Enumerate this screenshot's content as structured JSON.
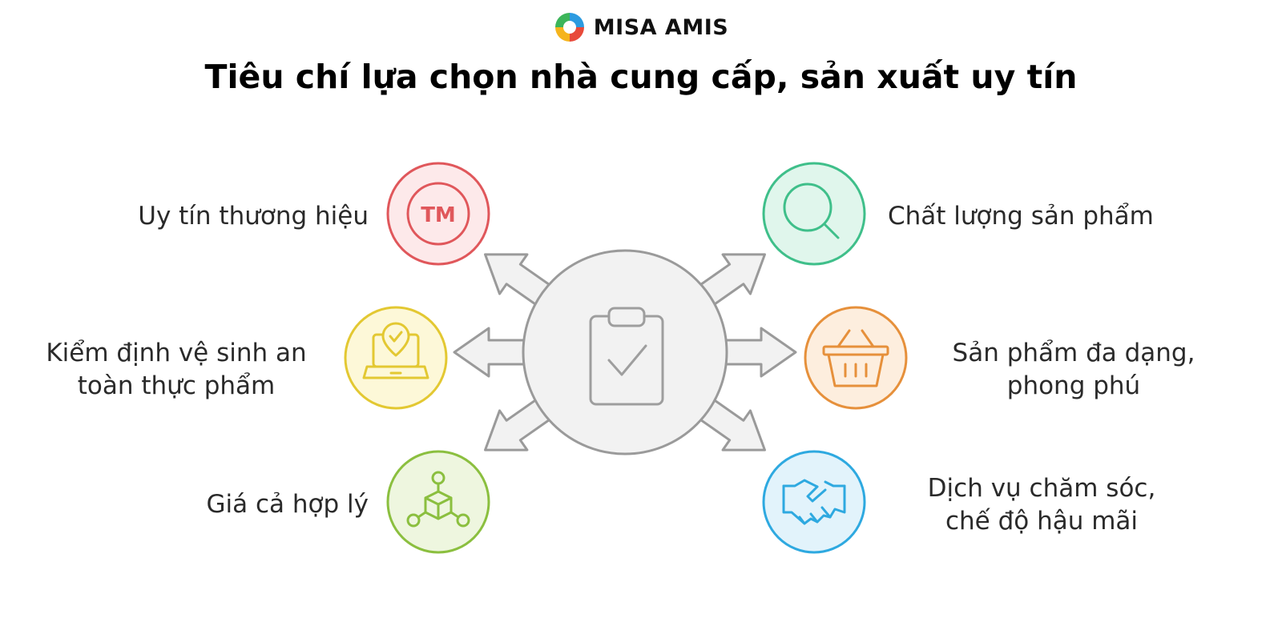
{
  "brand": {
    "name": "MISA AMIS"
  },
  "title": "Tiêu chí lựa chọn nhà cung cấp, sản xuất uy tín",
  "criteria": [
    {
      "label": "Uy tín thương hiệu",
      "icon": "trademark-icon",
      "color": "#e0575b",
      "fill": "#fde9ea"
    },
    {
      "label_line1": "Kiểm định vệ sinh an",
      "label_line2": "toàn thực phẩm",
      "icon": "laptop-shield-icon",
      "color": "#e3c832",
      "fill": "#fdf8d8"
    },
    {
      "label": "Giá cả hợp lý",
      "icon": "network-cube-icon",
      "color": "#8bbf3f",
      "fill": "#eef6df"
    },
    {
      "label": "Chất lượng sản phẩm",
      "icon": "magnifier-icon",
      "color": "#3fbf8a",
      "fill": "#e0f6ec"
    },
    {
      "label_line1": "Sản phẩm đa dạng,",
      "label_line2": "phong phú",
      "icon": "basket-icon",
      "color": "#e6903b",
      "fill": "#fdeede"
    },
    {
      "label_line1": "Dịch vụ chăm sóc,",
      "label_line2": "chế độ hậu mãi",
      "icon": "handshake-icon",
      "color": "#2ea9e0",
      "fill": "#e2f3fb"
    }
  ],
  "center": {
    "icon": "clipboard-check-icon",
    "color": "#9e9e9e",
    "fill": "#f2f2f2"
  }
}
